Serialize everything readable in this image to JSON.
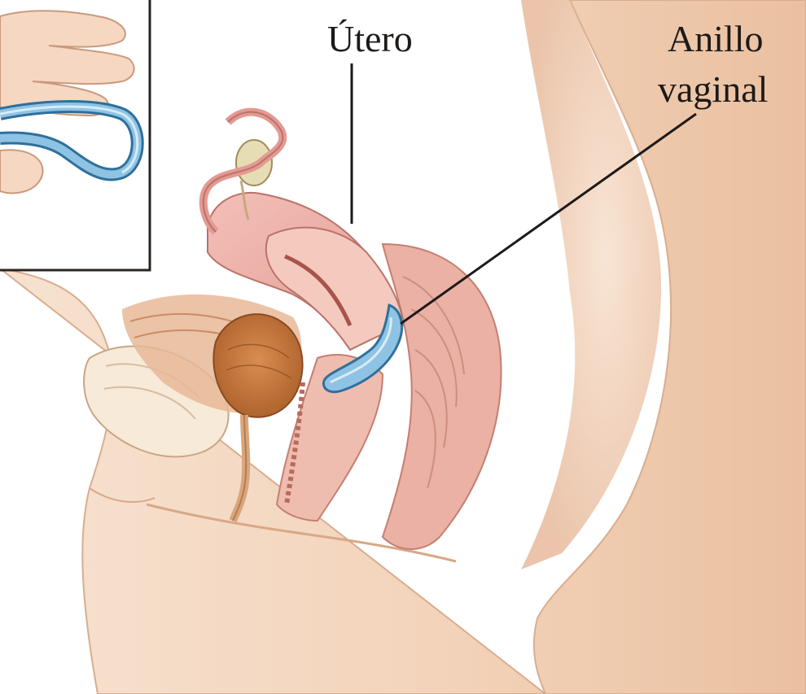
{
  "labels": {
    "uterus": "Útero",
    "ring_line1": "Anillo",
    "ring_line2": "vaginal"
  },
  "colors": {
    "skin": "#f3d6bf",
    "skin_shadow": "#e3b596",
    "uterus": "#eaa8a2",
    "uterus_light": "#f4c7bd",
    "ring": "#8fc3e3",
    "ring_outline": "#2f6f9b",
    "bladder": "#c7773d",
    "leader_line": "#1d1a18"
  },
  "icons": {
    "inset": "hand-holding-folded-ring",
    "ring": "vaginal-ring-icon"
  }
}
